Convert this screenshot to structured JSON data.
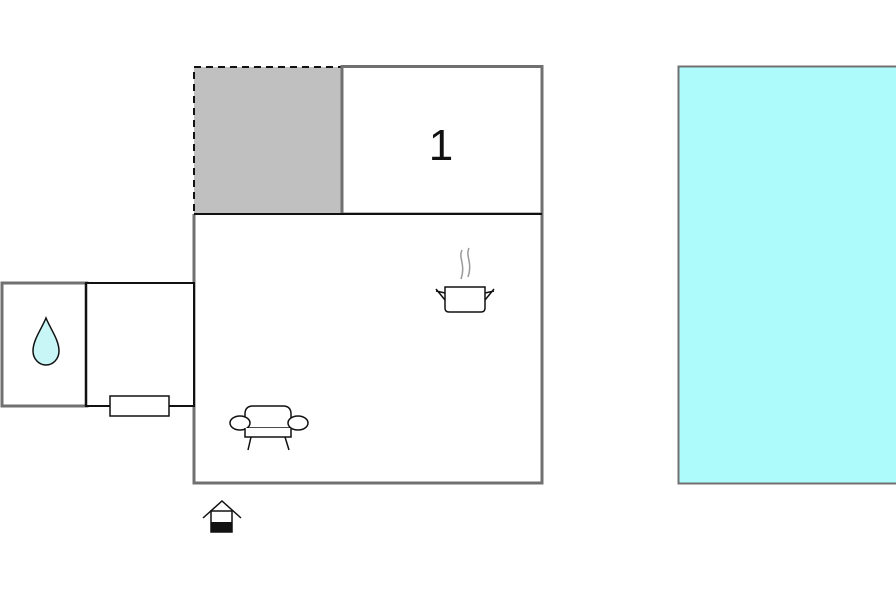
{
  "floorplan": {
    "rooms": [
      {
        "id": "bedroom",
        "label": "1"
      },
      {
        "id": "living-kitchen",
        "label": ""
      },
      {
        "id": "bathroom",
        "label": ""
      },
      {
        "id": "hall",
        "label": ""
      },
      {
        "id": "covered-terrace",
        "label": ""
      },
      {
        "id": "pool",
        "label": ""
      }
    ],
    "icons": [
      "water-drop-icon",
      "cooking-pot-icon",
      "sofa-icon",
      "entrance-icon",
      "radiator-icon"
    ],
    "colors": {
      "wall": "#707070",
      "inner_wall": "#111111",
      "terrace_fill": "#c0c0c0",
      "pool_fill": "#adfbfb",
      "drop_fill": "#c8f6f6"
    }
  }
}
